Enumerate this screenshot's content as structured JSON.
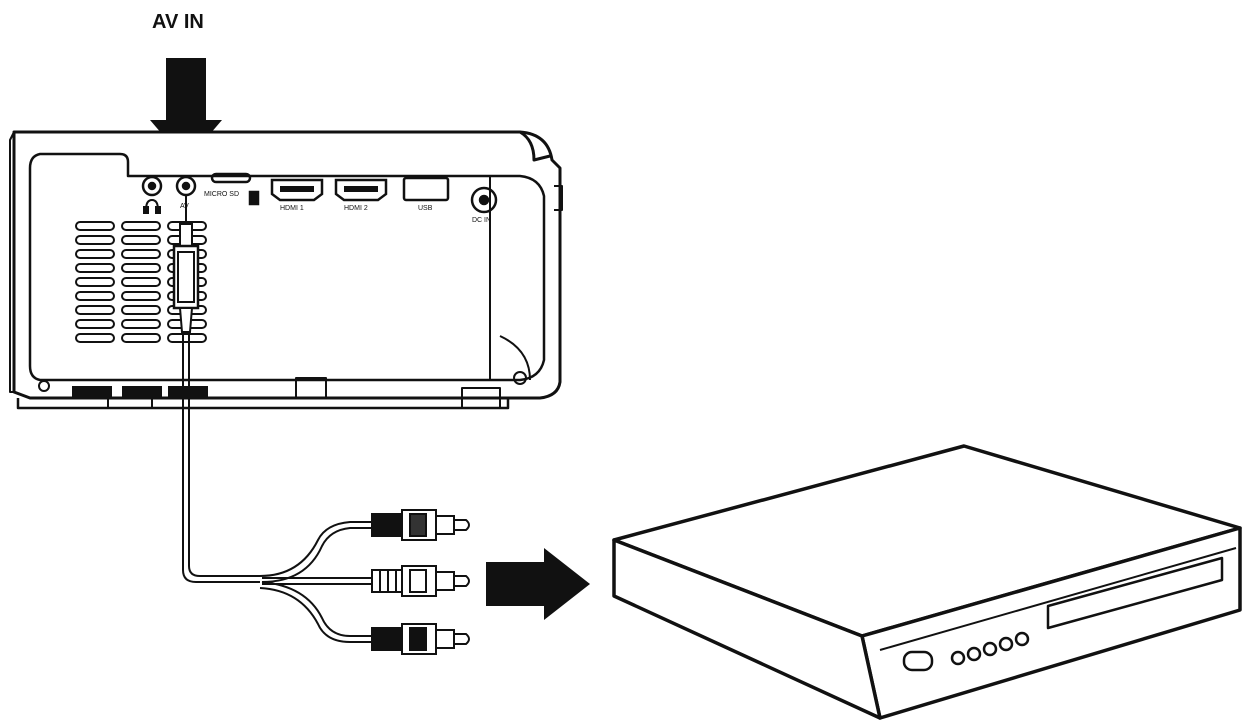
{
  "diagram": {
    "title": "AV IN",
    "ports": {
      "av": "AV",
      "micro_sd": "MICRO SD",
      "hdmi1": "HDMI 1",
      "hdmi2": "HDMI 2",
      "usb": "USB",
      "dc_in": "DC IN"
    },
    "icons": [
      "headphone-icon",
      "arrow-down-icon",
      "arrow-right-icon"
    ],
    "colors": {
      "line": "#111111",
      "background": "#ffffff"
    }
  }
}
